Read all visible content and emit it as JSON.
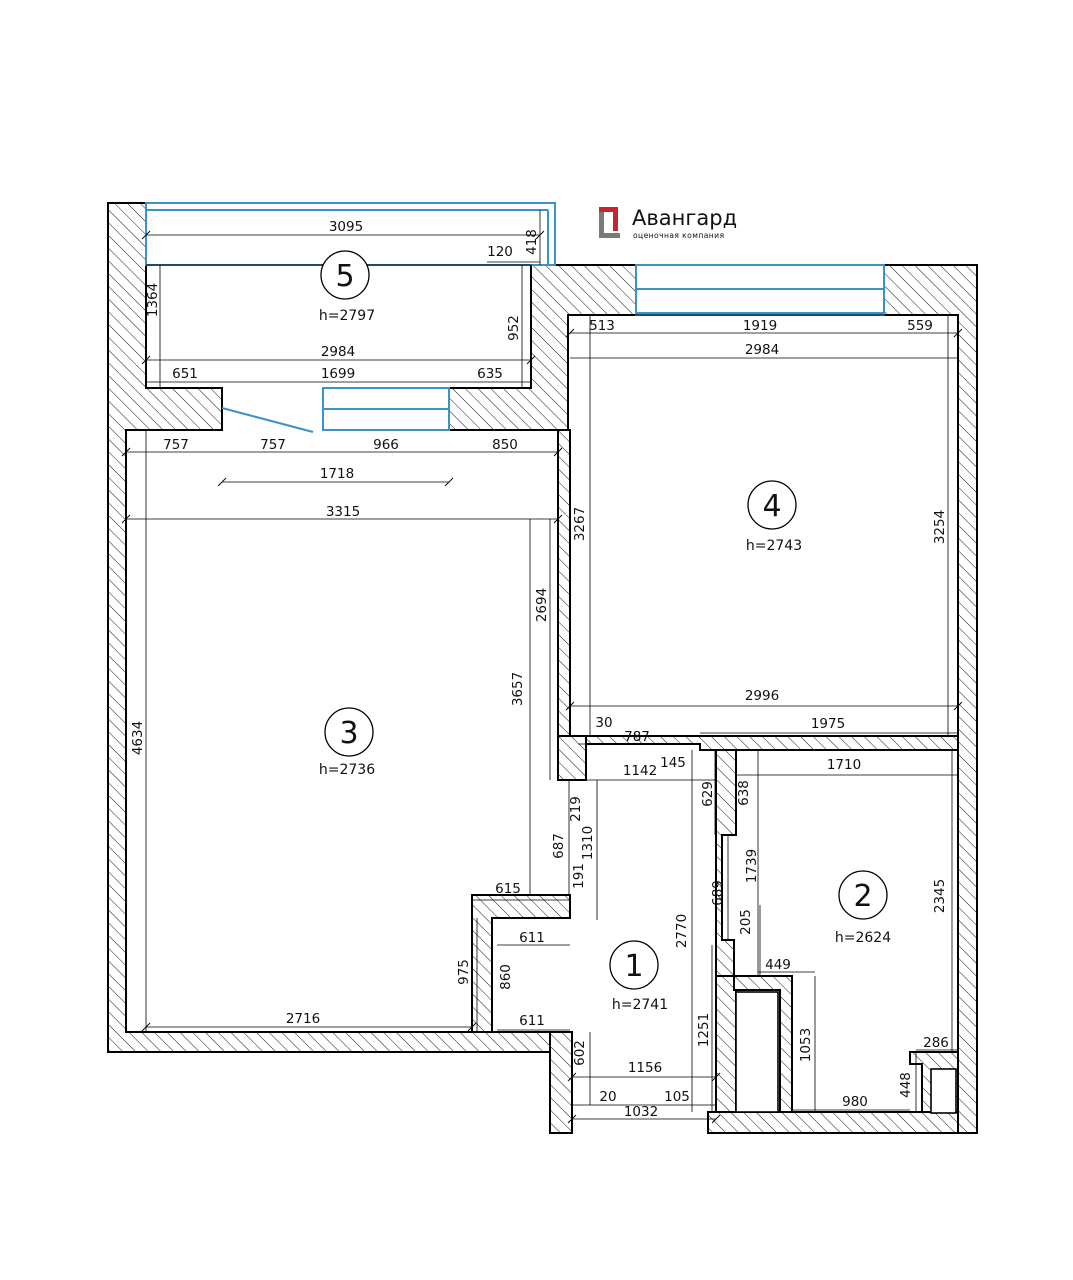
{
  "logo": {
    "name": "Авангард",
    "subtitle": "оценочная компания",
    "colors": {
      "red": "#c8242b",
      "gray": "#7a7a7a",
      "dark": "#3d3d3d"
    }
  },
  "colors": {
    "wall_line": "#000000",
    "window": "#3a93c8",
    "background": "#ffffff"
  },
  "rooms": [
    {
      "id": "room-1",
      "number": "1",
      "height": "h=2741"
    },
    {
      "id": "room-2",
      "number": "2",
      "height": "h=2624"
    },
    {
      "id": "room-3",
      "number": "3",
      "height": "h=2736"
    },
    {
      "id": "room-4",
      "number": "4",
      "height": "h=2743"
    },
    {
      "id": "room-5",
      "number": "5",
      "height": "h=2797"
    }
  ],
  "dimensions": {
    "balcony": [
      "3095",
      "120",
      "418",
      "1364",
      "952",
      "2984",
      "651",
      "1699",
      "635"
    ],
    "room3": [
      "757",
      "757",
      "966",
      "850",
      "1718",
      "3315",
      "4634",
      "3657",
      "2694",
      "975",
      "2716"
    ],
    "room4": [
      "513",
      "1919",
      "559",
      "2984",
      "3267",
      "3254",
      "2996"
    ],
    "hall": [
      "30",
      "787",
      "1975",
      "1142",
      "145",
      "219",
      "687",
      "1310",
      "191",
      "615",
      "611",
      "860",
      "611",
      "2770",
      "1251",
      "602",
      "1156",
      "20",
      "105",
      "1032"
    ],
    "bath": [
      "1710",
      "629",
      "638",
      "689",
      "1739",
      "205",
      "449",
      "2345",
      "1053",
      "286",
      "980",
      "448"
    ]
  }
}
